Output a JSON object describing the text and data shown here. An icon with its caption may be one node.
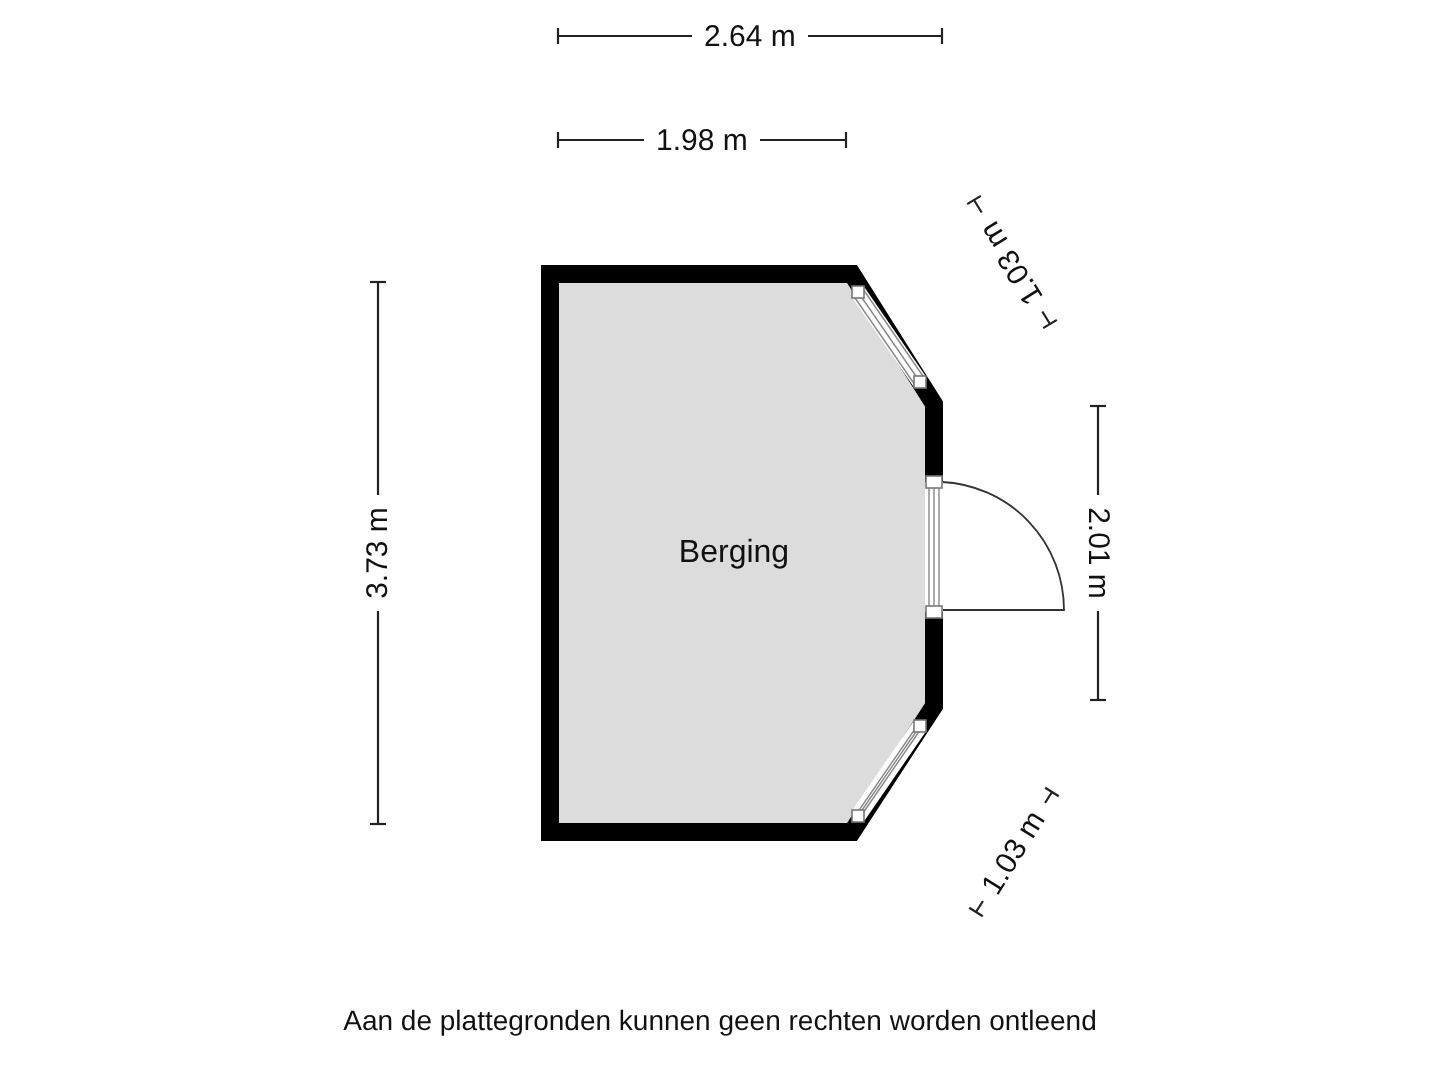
{
  "diagram": {
    "caption": "Aan de plattegronden kunnen geen rechten worden ontleend",
    "nodes": [
      {
        "text": [
          "Berging"
        ]
      }
    ],
    "labels": [
      "2.64 m",
      "1.98 m",
      "1.03 m",
      "3.73 m",
      "2.01 m",
      "1.03 m"
    ]
  }
}
